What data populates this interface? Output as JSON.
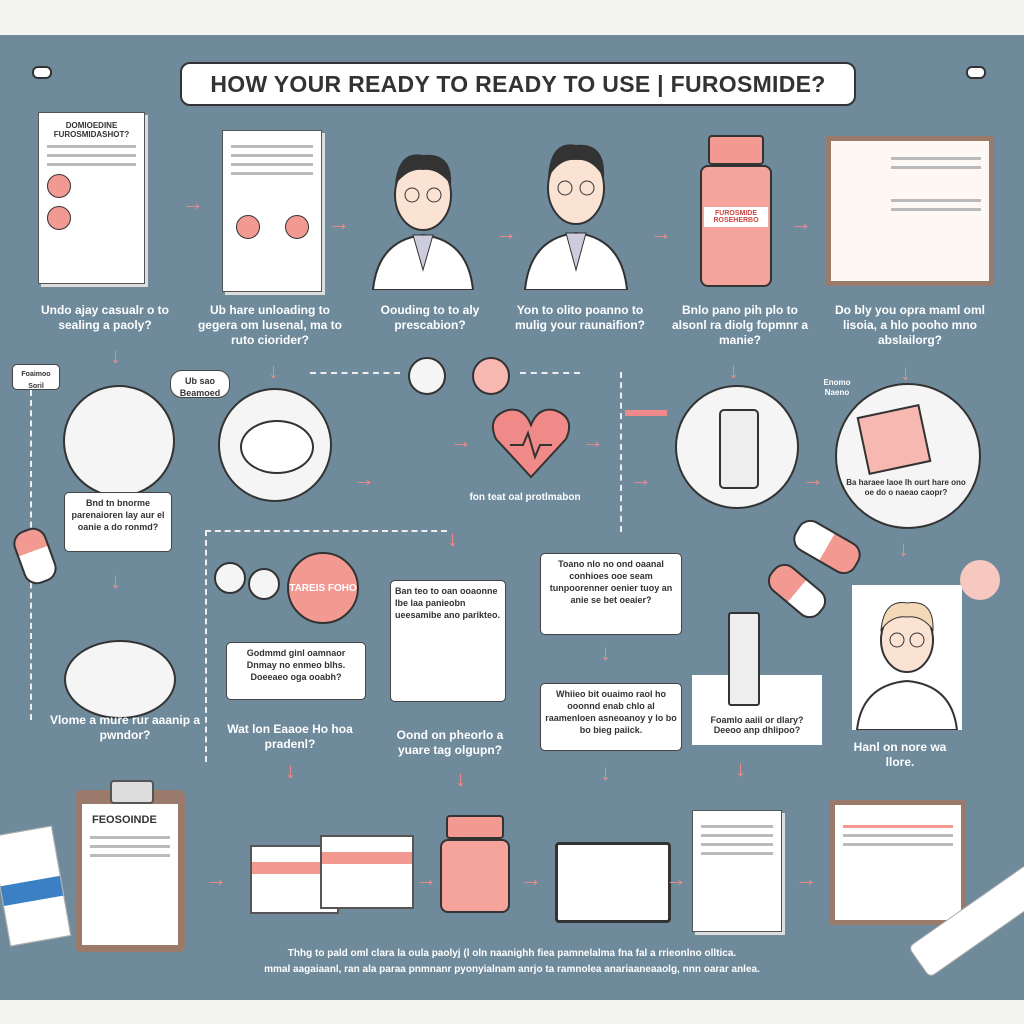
{
  "title": "HOW YOUR READY TO READY TO USE | FUROSMIDE?",
  "row1_captions": [
    "Undo ajay casualr o to sealing a paoly?",
    "Ub hare unloading to gegera om lusenal, ma to ruto ciorider?",
    "Oouding to to aly prescabion?",
    "Yon to olito poanno to mulig your raunaifion?",
    "Bnlo pano pih plo to alsonl ra diolg fopmnr a manie?",
    "Do bly you opra maml oml lisoia, a hlo pooho mno abslailorg?"
  ],
  "docs": {
    "doc1_heading": "DOMIOEDINE FUROSMIDASHOT?",
    "bottle_label": "FUROSMIDE ROSEHERBO",
    "clipboard_label": "FEOSOINDE"
  },
  "boxes": {
    "speech1": "Ub sao Beamoed",
    "tag1": "Foaimoo Soril",
    "box1": "Bnd tn bnorme parenaioren lay aur el oanie a do ronmd?",
    "heart_caption": "fon teat oal protlmabon",
    "box_mid": "Ban teo to oan ooaonne Ibe laa panieobn ueesamibe ano parikteo.",
    "box_right": "Toano nlo no ond oaanal conhioes ooe seam tunpoorenner oenier tuoy an anie se bet oeaier?",
    "box_lower_left": "Godmmd ginl oamnaor Dnmay no enmeo blhs. Doeeaeo oga ooabh?",
    "box_lower_mid": "Whiieo bit ouaimo raol ho ooonnd enab chlo al raamenloen asneoanoy y lo bo bo bieg paiick.",
    "box_lower_right": "Foamlo aaiil or dlary? Deeoo anp dhlipoo?",
    "stamp": "TAREIS FOHO",
    "circle5_caption": "Ba haraee laoe lh ourt hare ono oe do o naeao caopr?",
    "label_right": "Enomo Naeno"
  },
  "row2_captions": [
    "Vlome a mure rur aaanip a pwndor?",
    "Wat lon Eaaoe Ho hoa pradenl?",
    "Oond on pheorlo a yuare tag olgupn?",
    "Hanl on nore wa llore."
  ],
  "footer": [
    "Thhg to pald oml clara la oula paolyj (l oln naanighh fiea pamnelalma fna fal a rrieonlno olltica.",
    "mmal aagaiaanl, ran ala paraa pnmnanr pyonyialnam anrjo ta ramnolea anariaaneaaolg, nnn oarar anlea."
  ],
  "colors": {
    "background": "#6e8a9b",
    "accent": "#f08a8a",
    "panel": "#ffffff"
  }
}
